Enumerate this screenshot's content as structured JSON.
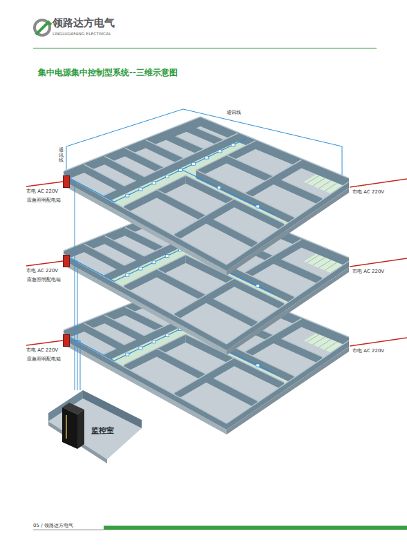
{
  "diagram": {
    "title": "集中电源集中控制型系统--三维示意图",
    "nodes": [
      {
        "text": [
          "应急照明配电箱"
        ]
      },
      {
        "text": [
          "应急照明配电箱"
        ]
      },
      {
        "text": [
          "应急照明配电箱"
        ]
      },
      {
        "text": [
          "监控室"
        ]
      }
    ],
    "edges": [
      {
        "from": 3,
        "to": 0,
        "arrow": "none"
      },
      {
        "from": 3,
        "to": 1,
        "arrow": "none"
      },
      {
        "from": 3,
        "to": 2,
        "arrow": "none"
      }
    ],
    "labels": [
      "领路达方电气",
      "LINGLUDAFANG ELECTRICAL",
      "通讯线",
      "通讯线",
      "市电 AC 220V",
      "市电 AC 220V",
      "市电 AC 220V",
      "市电 AC 220V",
      "市电 AC 220V",
      "市电 AC 220V",
      "05 / 领路达方电气"
    ]
  }
}
